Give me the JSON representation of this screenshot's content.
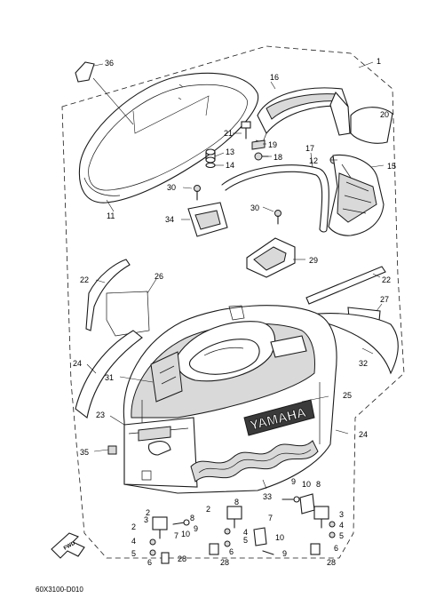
{
  "diagram": {
    "drawing_code": "60X3100-D010",
    "brand_mark": "YAMAHA",
    "fwd_label": "FWD",
    "part_labels": [
      "1",
      "2",
      "3",
      "4",
      "5",
      "6",
      "7",
      "8",
      "9",
      "10",
      "11",
      "12",
      "13",
      "14",
      "15",
      "16",
      "17",
      "18",
      "19",
      "20",
      "21",
      "22",
      "23",
      "24",
      "25",
      "26",
      "27",
      "28",
      "29",
      "30",
      "31",
      "32",
      "33",
      "34",
      "35",
      "36"
    ]
  },
  "callouts": [
    {
      "id": "1",
      "text": "1"
    },
    {
      "id": "36",
      "text": "36"
    },
    {
      "id": "16",
      "text": "16"
    },
    {
      "id": "20",
      "text": "20"
    },
    {
      "id": "21",
      "text": "21"
    },
    {
      "id": "19",
      "text": "19"
    },
    {
      "id": "13",
      "text": "13"
    },
    {
      "id": "14",
      "text": "14"
    },
    {
      "id": "18",
      "text": "18"
    },
    {
      "id": "17",
      "text": "17"
    },
    {
      "id": "12",
      "text": "12"
    },
    {
      "id": "15",
      "text": "15"
    },
    {
      "id": "11",
      "text": "11"
    },
    {
      "id": "30a",
      "text": "30"
    },
    {
      "id": "30b",
      "text": "30"
    },
    {
      "id": "34",
      "text": "34"
    },
    {
      "id": "29",
      "text": "29"
    },
    {
      "id": "22a",
      "text": "22"
    },
    {
      "id": "22b",
      "text": "22"
    },
    {
      "id": "26",
      "text": "26"
    },
    {
      "id": "27",
      "text": "27"
    },
    {
      "id": "24a",
      "text": "24"
    },
    {
      "id": "24b",
      "text": "24"
    },
    {
      "id": "32",
      "text": "32"
    },
    {
      "id": "31",
      "text": "31"
    },
    {
      "id": "25",
      "text": "25"
    },
    {
      "id": "23",
      "text": "23"
    },
    {
      "id": "35",
      "text": "35"
    },
    {
      "id": "33",
      "text": "33"
    },
    {
      "id": "9a",
      "text": "9"
    },
    {
      "id": "10a",
      "text": "10"
    },
    {
      "id": "8a",
      "text": "8"
    },
    {
      "id": "3a",
      "text": "3"
    },
    {
      "id": "4a",
      "text": "4"
    },
    {
      "id": "5a",
      "text": "5"
    },
    {
      "id": "6a",
      "text": "6"
    },
    {
      "id": "28a",
      "text": "28"
    },
    {
      "id": "2a",
      "text": "2"
    },
    {
      "id": "8b",
      "text": "8"
    },
    {
      "id": "4b",
      "text": "4"
    },
    {
      "id": "5b",
      "text": "5"
    },
    {
      "id": "6b",
      "text": "6"
    },
    {
      "id": "28b",
      "text": "28"
    },
    {
      "id": "7a",
      "text": "7"
    },
    {
      "id": "10b",
      "text": "10"
    },
    {
      "id": "9b",
      "text": "9"
    },
    {
      "id": "2b",
      "text": "2"
    },
    {
      "id": "3b",
      "text": "3"
    },
    {
      "id": "4c",
      "text": "4"
    },
    {
      "id": "5c",
      "text": "5"
    },
    {
      "id": "6c",
      "text": "6"
    },
    {
      "id": "28c",
      "text": "28"
    },
    {
      "id": "7b",
      "text": "7"
    },
    {
      "id": "10c",
      "text": "10"
    },
    {
      "id": "9c",
      "text": "9"
    },
    {
      "id": "2c",
      "text": "2"
    },
    {
      "id": "8c",
      "text": "8"
    }
  ]
}
